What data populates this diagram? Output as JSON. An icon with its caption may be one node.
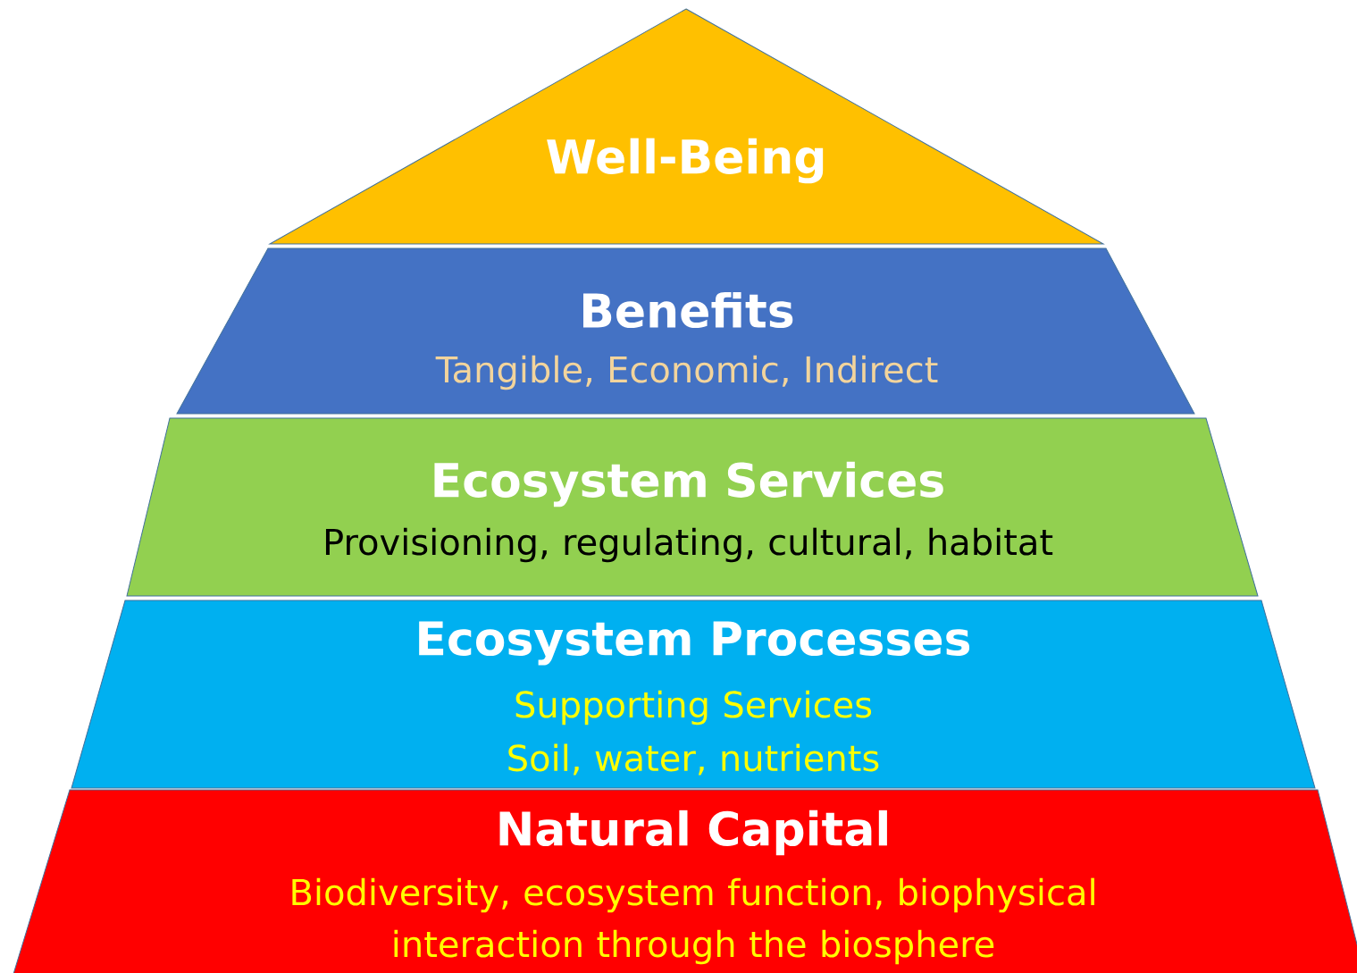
{
  "diagram": {
    "nodes": [
      {
        "text": [
          "Well-Being"
        ]
      },
      {
        "text": [
          "Benefits",
          "Tangible, Economic, Indirect"
        ]
      },
      {
        "text": [
          "Ecosystem Services",
          "Provisioning, regulating, cultural, habitat"
        ]
      },
      {
        "text": [
          "Ecosystem Processes",
          "Supporting Services",
          "Soil, water, nutrients"
        ]
      },
      {
        "text": [
          "Natural Capital",
          "Biodiversity, ecosystem function, biophysical interaction through the biosphere"
        ]
      }
    ]
  }
}
